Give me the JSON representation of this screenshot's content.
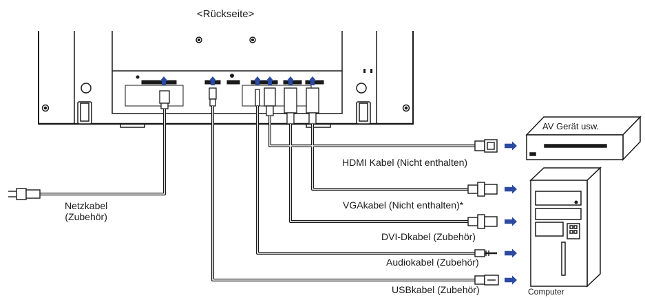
{
  "header": {
    "title": "<Rückseite>"
  },
  "devices": {
    "av_label": "AV Gerät usw.",
    "computer_label": "Computer"
  },
  "cables": {
    "hdmi": "HDMI  Kabel (Nicht enthalten)",
    "vga": "VGAkabel (Nicht enthalten)*",
    "dvi": "DVI-Dkabel (Zubehör)",
    "audio": "Audiokabel (Zubehör)",
    "usb": "USBkabel (Zubehör)",
    "power_line1": "Netzkabel",
    "power_line2": "(Zubehör)"
  },
  "colors": {
    "line": "#1a1a1a",
    "arrow": "#2b4aa0",
    "cable_gray": "#777777"
  }
}
